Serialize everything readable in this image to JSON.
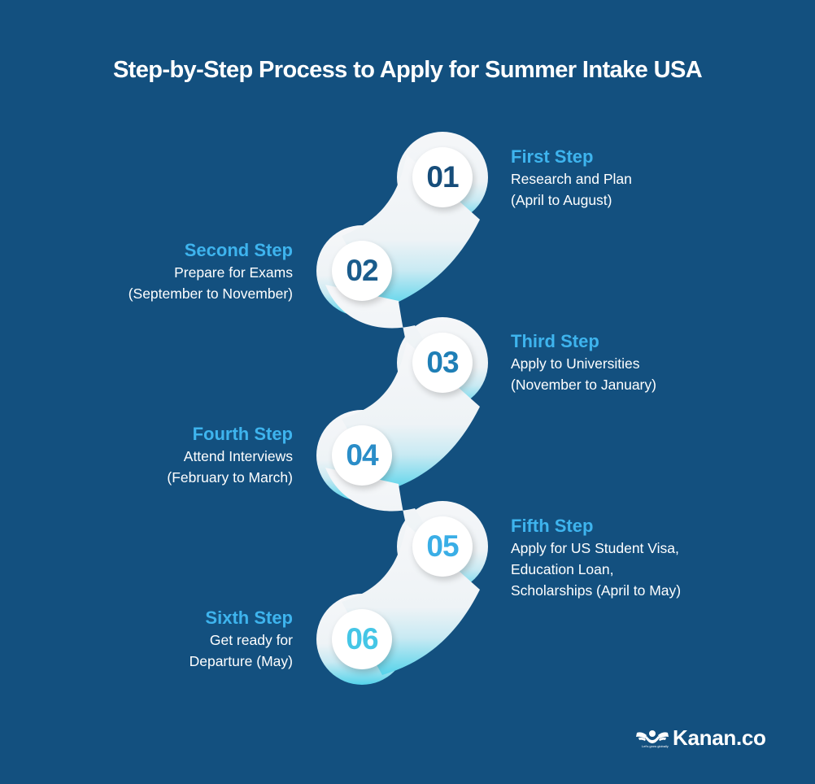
{
  "title": "Step-by-Step Process to Apply for Summer Intake USA",
  "colors": {
    "background": "#13507f",
    "heading_accent": "#3eb4ee",
    "path_top": "#f4f6f8",
    "path_bottom": "#5cd6ec"
  },
  "steps": [
    {
      "number": "01",
      "heading": "First Step",
      "lines": [
        "Research and Plan",
        "(April to August)"
      ],
      "number_color": "#164d7a"
    },
    {
      "number": "02",
      "heading": "Second Step",
      "lines": [
        "Prepare for Exams",
        "(September to November)"
      ],
      "number_color": "#1a5c8c"
    },
    {
      "number": "03",
      "heading": "Third Step",
      "lines": [
        "Apply to Universities",
        "(November to January)"
      ],
      "number_color": "#1f7fb6"
    },
    {
      "number": "04",
      "heading": "Fourth Step",
      "lines": [
        "Attend Interviews",
        "(February to March)"
      ],
      "number_color": "#2a8dc8"
    },
    {
      "number": "05",
      "heading": "Fifth Step",
      "lines": [
        "Apply for US Student Visa,",
        "Education Loan,",
        "Scholarships (April to May)"
      ],
      "number_color": "#3aaee6"
    },
    {
      "number": "06",
      "heading": "Sixth Step",
      "lines": [
        "Get ready for",
        "Departure (May)"
      ],
      "number_color": "#45c6e6"
    }
  ],
  "logo": {
    "brand": "Kanan.co",
    "tagline": "Let's grow globally",
    "icon": "kanan-wings-logo"
  }
}
